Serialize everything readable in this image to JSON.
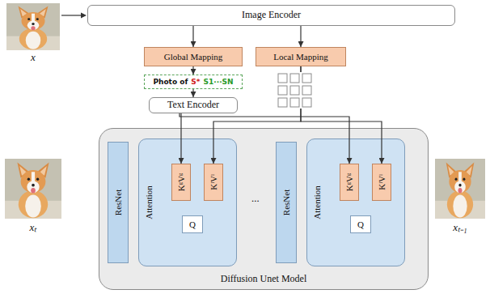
{
  "diagram": {
    "nodes": [
      {
        "text": [
          "Image Encoder"
        ]
      },
      {
        "text": [
          "Global Mapping"
        ]
      },
      {
        "text": [
          "Local Mapping"
        ]
      },
      {
        "text": [
          "Photo of",
          "S*",
          "S1···SN"
        ]
      },
      {
        "text": [
          "Text Encoder"
        ]
      },
      {
        "text": [
          "Diffusion Unet Model"
        ]
      },
      {
        "text": [
          "ResNet"
        ],
        "in": 5
      },
      {
        "text": [
          "Attention"
        ],
        "in": 5
      },
      {
        "text": [
          "KᵍVᵍ"
        ],
        "in": 7
      },
      {
        "text": [
          "KˡVˡ"
        ],
        "in": 7
      },
      {
        "text": [
          "Q"
        ],
        "in": 7
      },
      {
        "text": [
          "ResNet"
        ],
        "in": 5
      },
      {
        "text": [
          "Attention"
        ],
        "in": 5
      },
      {
        "text": [
          "KᵍVᵍ"
        ],
        "in": 12
      },
      {
        "text": [
          "KˡVˡ"
        ],
        "in": 12
      },
      {
        "text": [
          "Q"
        ],
        "in": 12
      }
    ],
    "edges": [
      {
        "from": 0,
        "to": 1,
        "arrow": "to"
      },
      {
        "from": 0,
        "to": 2,
        "arrow": "to"
      },
      {
        "from": 1,
        "to": 3,
        "arrow": "to"
      },
      {
        "from": 3,
        "to": 4,
        "arrow": "to"
      },
      {
        "from": 4,
        "to": 8,
        "arrow": "to"
      },
      {
        "from": 4,
        "to": 13,
        "arrow": "to"
      },
      {
        "from": 2,
        "to": 9,
        "arrow": "to"
      },
      {
        "from": 2,
        "to": 14,
        "arrow": "to"
      }
    ],
    "labels": [
      "x",
      "xₜ",
      "...",
      "xₜ₋₁"
    ]
  }
}
